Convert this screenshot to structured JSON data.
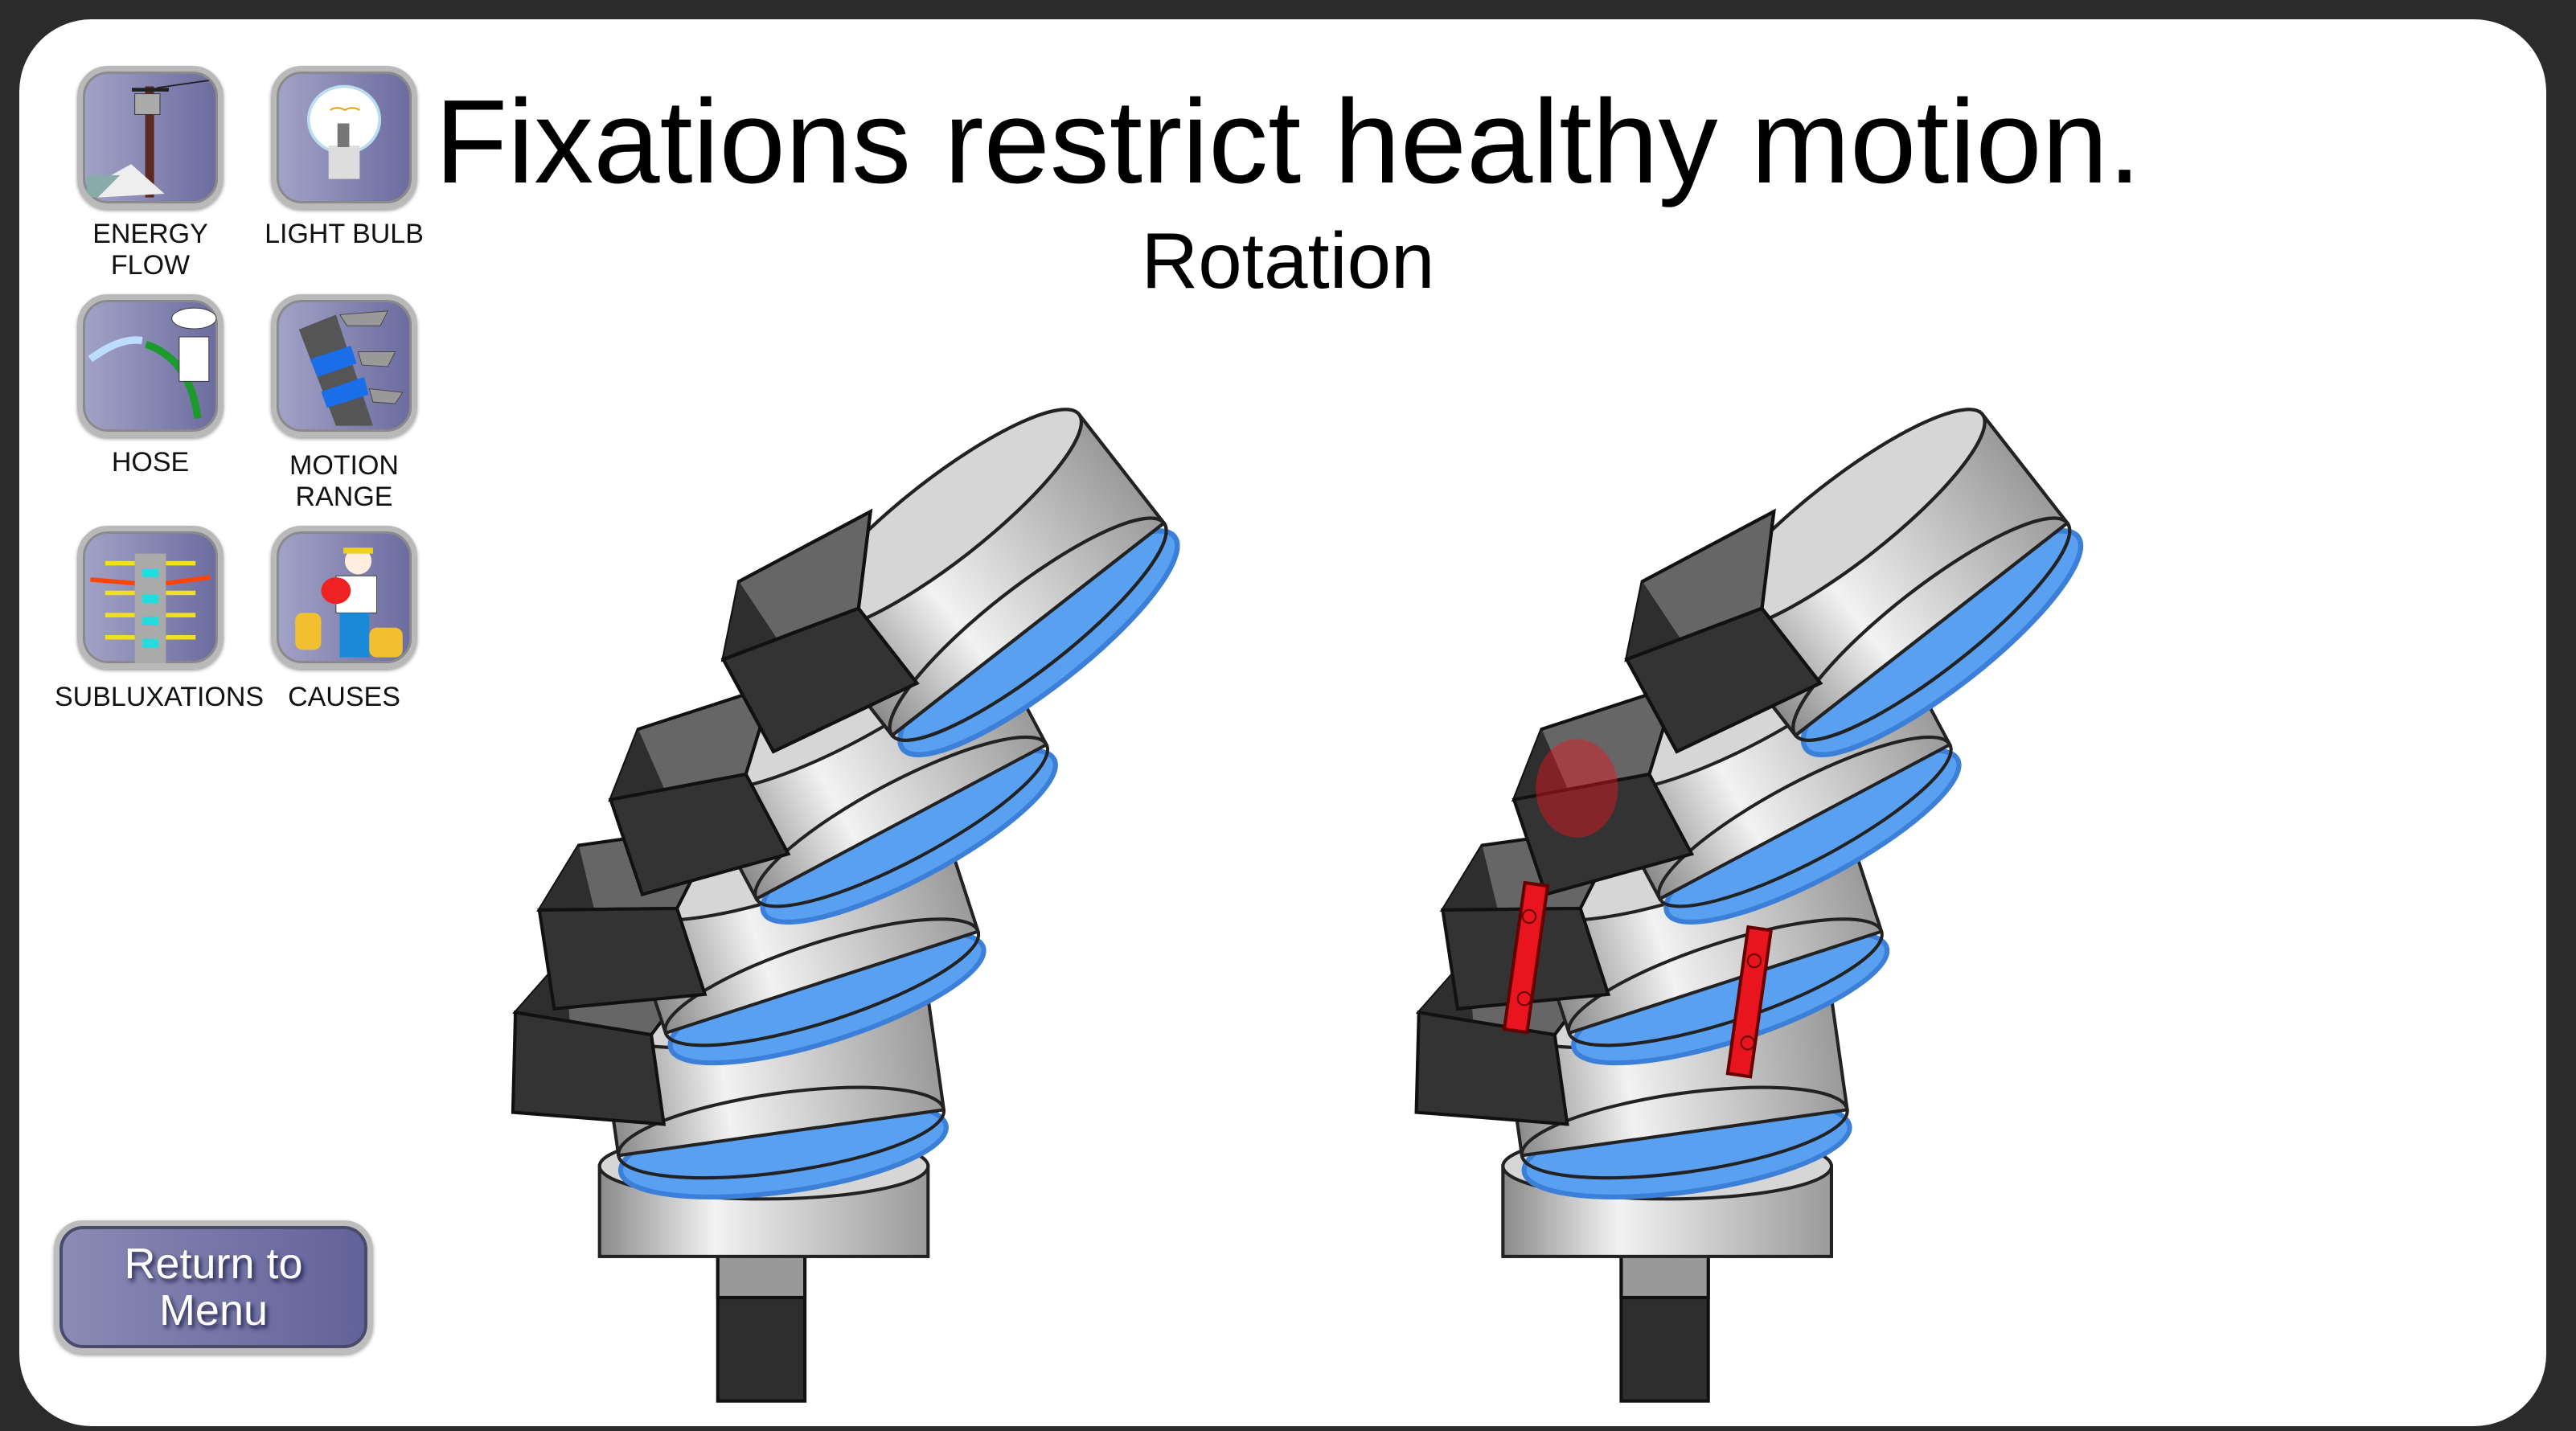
{
  "nav": [
    {
      "label": "ENERGY\nFLOW",
      "icon": "utility-pole-icon"
    },
    {
      "label": "LIGHT BULB",
      "icon": "light-bulb-icon"
    },
    {
      "label": "HOSE",
      "icon": "hose-icon"
    },
    {
      "label": "MOTION\nRANGE",
      "icon": "spine-motion-icon"
    },
    {
      "label": "SUBLUXATIONS",
      "icon": "subluxation-spine-icon"
    },
    {
      "label": "CAUSES",
      "icon": "worker-carrying-bags-icon"
    }
  ],
  "heading": {
    "title": "Fixations restrict healthy motion.",
    "subtitle": "Rotation"
  },
  "return_button": {
    "label": "Return to Menu"
  },
  "colors": {
    "button": "#6b6b9e",
    "disc": "#5aa0f0",
    "fixation": "#e8141e",
    "process": "#333333"
  }
}
